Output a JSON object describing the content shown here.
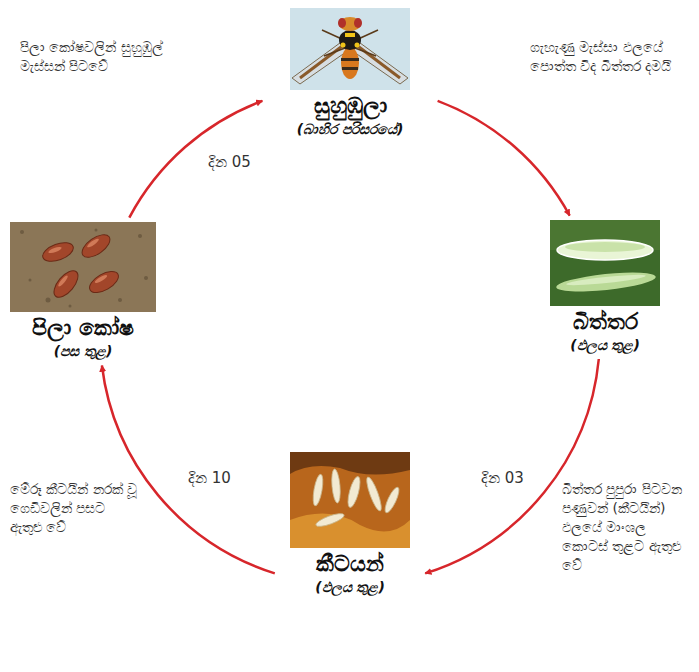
{
  "diagram": {
    "nodes": [
      {
        "text": [
          "සුහුඹුලා",
          "(බාහිර පරිසරයේ)"
        ]
      },
      {
        "text": [
          "බිත්තර",
          "(ඵලය තුළ)"
        ]
      },
      {
        "text": [
          "කීටයන්",
          "(ඵලය තුළ)"
        ]
      },
      {
        "text": [
          "පිලා කෝෂ",
          "(පස තුළ)"
        ]
      }
    ],
    "edges": [
      {
        "from": 0,
        "to": 1,
        "arrow": "to"
      },
      {
        "from": 1,
        "to": 2,
        "label": "දින 03",
        "arrow": "to"
      },
      {
        "from": 2,
        "to": 3,
        "label": "දින 10",
        "arrow": "to"
      },
      {
        "from": 3,
        "to": 0,
        "label": "දින 05",
        "arrow": "to"
      }
    ],
    "labels": [
      "පිලා කෝෂවලින් සුහුඹුල් මැස්සන් පිටවේ",
      "ගැහැණු මැස්සා ඵලයේ පොත්ත විද බිත්තර දමයි",
      "බිත්තර පුපුරා පිටවන පණුවන් (කීටයින්) ඵලයේ මාංශල කොටස් තුළට ඇතුළු වේ",
      "මේරූ කීටයින් නරක් වූ ගෙඩිවලින් පසට ඇතුළු වේ"
    ]
  }
}
